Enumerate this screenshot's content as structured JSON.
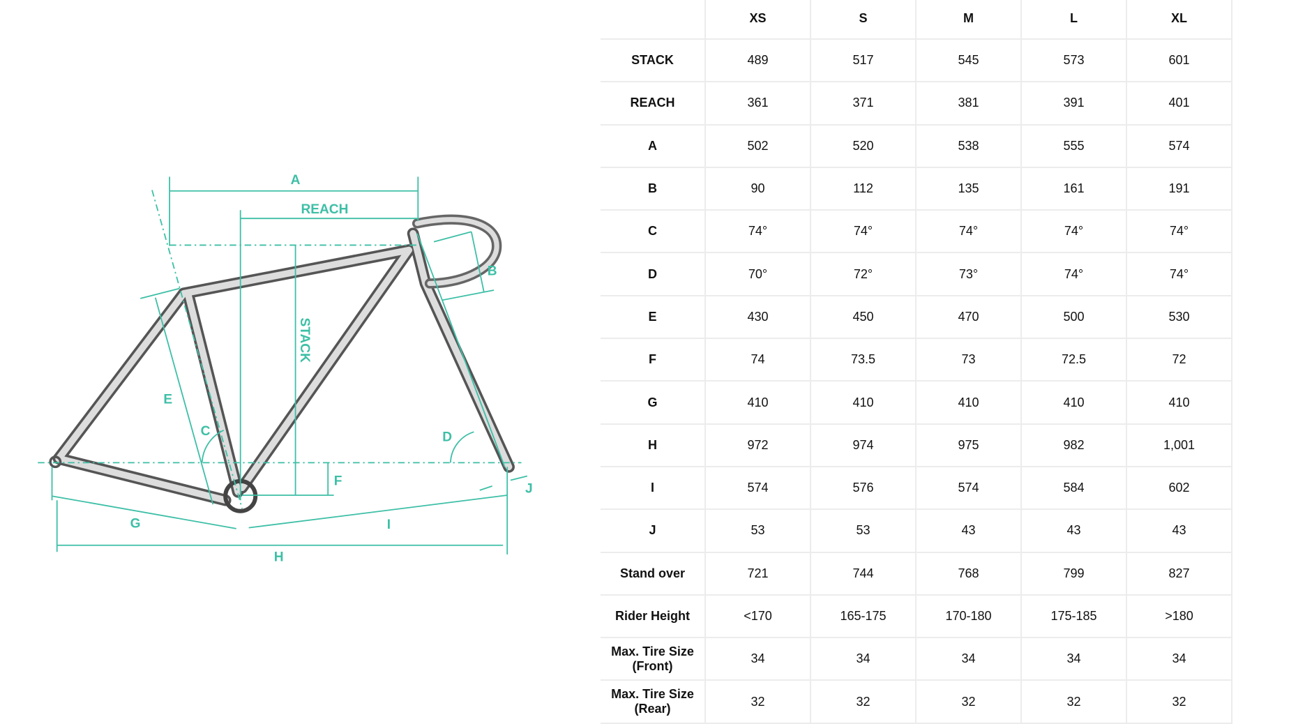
{
  "diagram": {
    "labels": {
      "A": "A",
      "REACH": "REACH",
      "STACK": "STACK",
      "B": "B",
      "C": "C",
      "D": "D",
      "E": "E",
      "F": "F",
      "G": "G",
      "H": "H",
      "I": "I",
      "J": "J"
    },
    "accent_color": "#3dbfa6"
  },
  "table": {
    "sizes": [
      "XS",
      "S",
      "M",
      "L",
      "XL"
    ],
    "rows": [
      {
        "label": "STACK",
        "values": [
          "489",
          "517",
          "545",
          "573",
          "601"
        ]
      },
      {
        "label": "REACH",
        "values": [
          "361",
          "371",
          "381",
          "391",
          "401"
        ]
      },
      {
        "label": "A",
        "values": [
          "502",
          "520",
          "538",
          "555",
          "574"
        ]
      },
      {
        "label": "B",
        "values": [
          "90",
          "112",
          "135",
          "161",
          "191"
        ]
      },
      {
        "label": "C",
        "values": [
          "74°",
          "74°",
          "74°",
          "74°",
          "74°"
        ]
      },
      {
        "label": "D",
        "values": [
          "70°",
          "72°",
          "73°",
          "74°",
          "74°"
        ]
      },
      {
        "label": "E",
        "values": [
          "430",
          "450",
          "470",
          "500",
          "530"
        ]
      },
      {
        "label": "F",
        "values": [
          "74",
          "73.5",
          "73",
          "72.5",
          "72"
        ]
      },
      {
        "label": "G",
        "values": [
          "410",
          "410",
          "410",
          "410",
          "410"
        ]
      },
      {
        "label": "H",
        "values": [
          "972",
          "974",
          "975",
          "982",
          "1,001"
        ]
      },
      {
        "label": "I",
        "values": [
          "574",
          "576",
          "574",
          "584",
          "602"
        ]
      },
      {
        "label": "J",
        "values": [
          "53",
          "53",
          "43",
          "43",
          "43"
        ]
      },
      {
        "label": "Stand over",
        "values": [
          "721",
          "744",
          "768",
          "799",
          "827"
        ]
      },
      {
        "label": "Rider Height",
        "values": [
          "<170",
          "165-175",
          "170-180",
          "175-185",
          ">180"
        ]
      },
      {
        "label": "Max. Tire Size (Front)",
        "values": [
          "34",
          "34",
          "34",
          "34",
          "34"
        ]
      },
      {
        "label": "Max. Tire Size (Rear)",
        "values": [
          "32",
          "32",
          "32",
          "32",
          "32"
        ]
      }
    ]
  }
}
